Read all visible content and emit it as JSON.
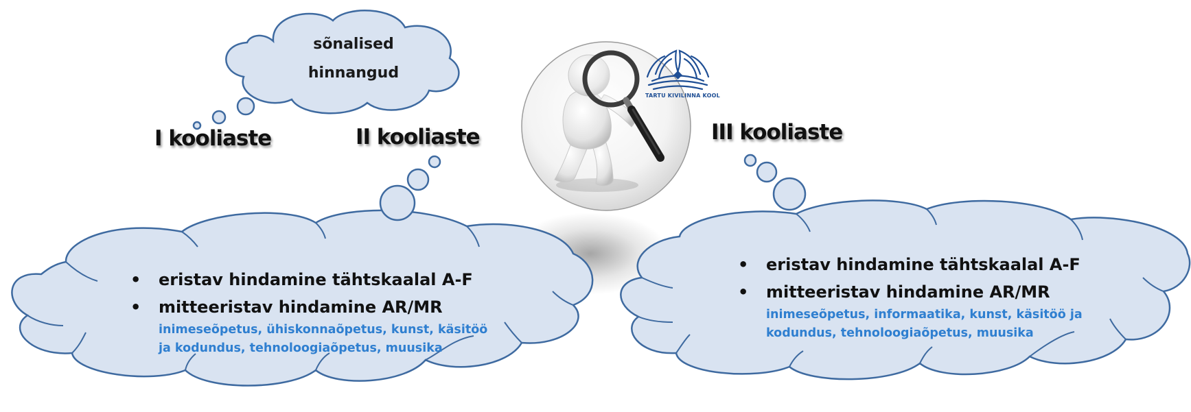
{
  "top_cloud": {
    "line1": "sõnalised",
    "line2": "hinnangud"
  },
  "headings": {
    "stage1": "I kooliaste",
    "stage2": "II kooliaste",
    "stage3": "III kooliaste"
  },
  "logo": {
    "caption": "TARTU KIVILINNA KOOL",
    "icon": "book-wings-icon"
  },
  "center_image": {
    "icon": "figure-with-magnifier-icon"
  },
  "left_cloud": {
    "bullets": [
      "eristav hindamine tähtskaalal A-F",
      "mitteeristav hindamine AR/MR"
    ],
    "note_line1": "inimeseõpetus, ühiskonnaõpetus, kunst, käsitöö",
    "note_line2": "ja kodundus, tehnoloogiaõpetus, muusika"
  },
  "right_cloud": {
    "bullets": [
      "eristav hindamine tähtskaalal A-F",
      "mitteeristav hindamine AR/MR"
    ],
    "note_line1": "inimeseõpetus, informaatika, kunst, käsitöö ja",
    "note_line2": "kodundus, tehnoloogiaõpetus, muusika"
  },
  "colors": {
    "cloud_fill": "#d9e3f1",
    "cloud_stroke": "#3e6aa0",
    "note_text": "#2f7fd0",
    "logo": "#1f4f95"
  }
}
